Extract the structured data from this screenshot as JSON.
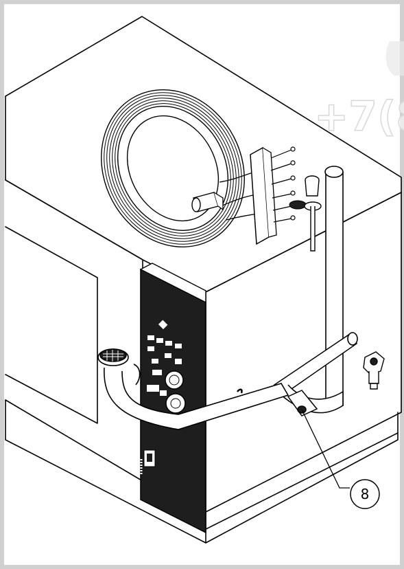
{
  "watermark": {
    "text": "+7(8",
    "color": "#ffffff"
  },
  "callouts": [
    {
      "label": "8",
      "refers_to": "pipe-coupling"
    }
  ],
  "colors": {
    "background_frame": "#d0d0d0",
    "panel": "#1e1e1e",
    "paper": "#ffffff",
    "line": "#000000"
  }
}
